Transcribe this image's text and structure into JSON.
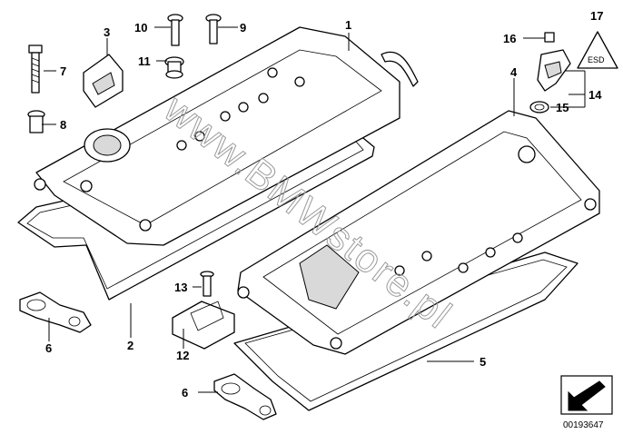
{
  "callouts": {
    "c1": "1",
    "c2": "2",
    "c3": "3",
    "c4": "4",
    "c5": "5",
    "c6a": "6",
    "c6b": "6",
    "c7": "7",
    "c8": "8",
    "c9": "9",
    "c10": "10",
    "c11": "11",
    "c12": "12",
    "c13": "13",
    "c14": "14",
    "c15": "15",
    "c16": "16",
    "c17": "17"
  },
  "watermark": "www.BMWstore.pl",
  "doc_number": "00193647",
  "colors": {
    "line": "#000000",
    "shade": "#d9d9d9",
    "watermark": "#9a9a9a"
  }
}
